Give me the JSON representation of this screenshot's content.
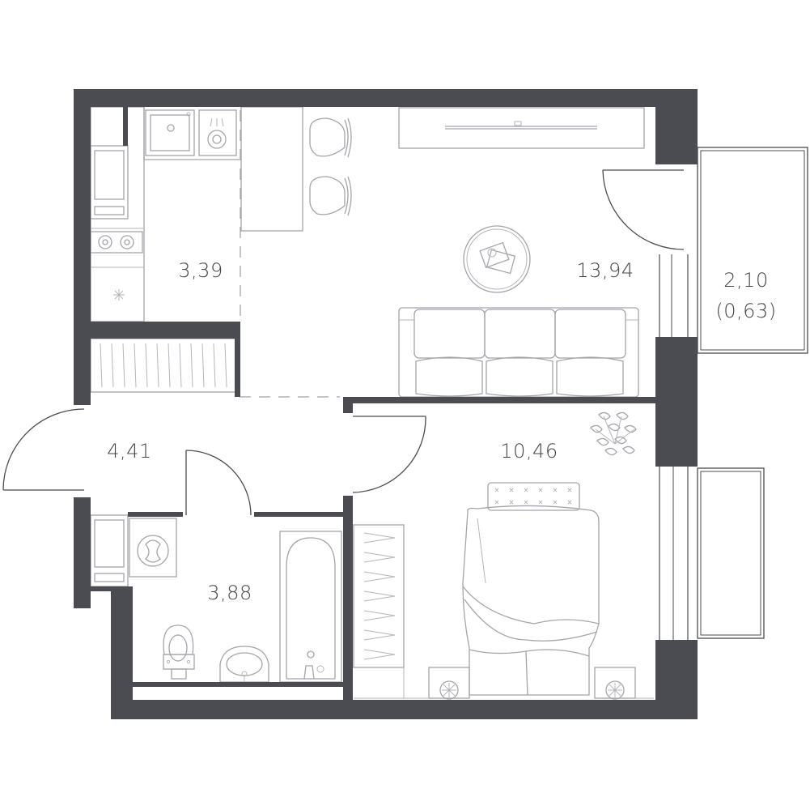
{
  "plan": {
    "rooms": [
      {
        "id": "kitchen",
        "area": "3,39"
      },
      {
        "id": "living-room",
        "area": "13,94"
      },
      {
        "id": "balcony",
        "area": "2,10",
        "reduced_area": "(0,63)"
      },
      {
        "id": "hallway",
        "area": "4,41"
      },
      {
        "id": "bedroom",
        "area": "10,46"
      },
      {
        "id": "bathroom",
        "area": "3,88"
      }
    ],
    "colors": {
      "wall": "#4a4c52",
      "furniture": "#a3a5aa",
      "text": "#45474d"
    }
  }
}
